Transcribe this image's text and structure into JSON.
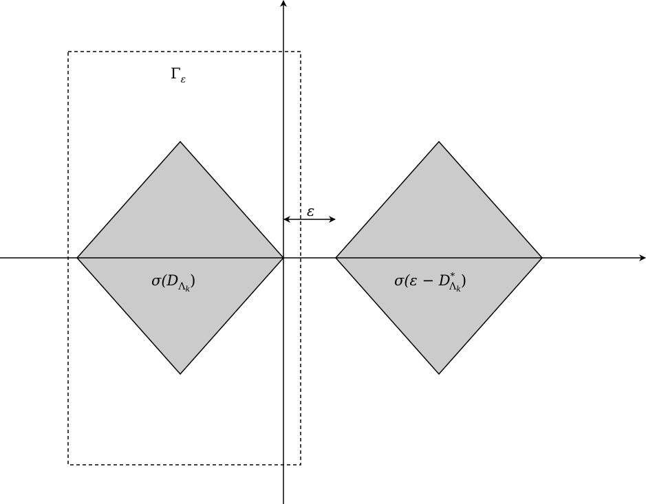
{
  "diagram": {
    "gamma_label": {
      "main": "Γ",
      "sub": "ε"
    },
    "epsilon_label": "ε",
    "left_region_label": {
      "pre": "σ(D",
      "sub": "Λ",
      "subsub": "k",
      "post": ")"
    },
    "right_region_label": {
      "pre": "σ(ε − D",
      "sup": "*",
      "sub": "Λ",
      "subsub": "k",
      "post": ")"
    },
    "colors": {
      "fill": "#cbcbcb",
      "stroke": "#000000"
    }
  }
}
